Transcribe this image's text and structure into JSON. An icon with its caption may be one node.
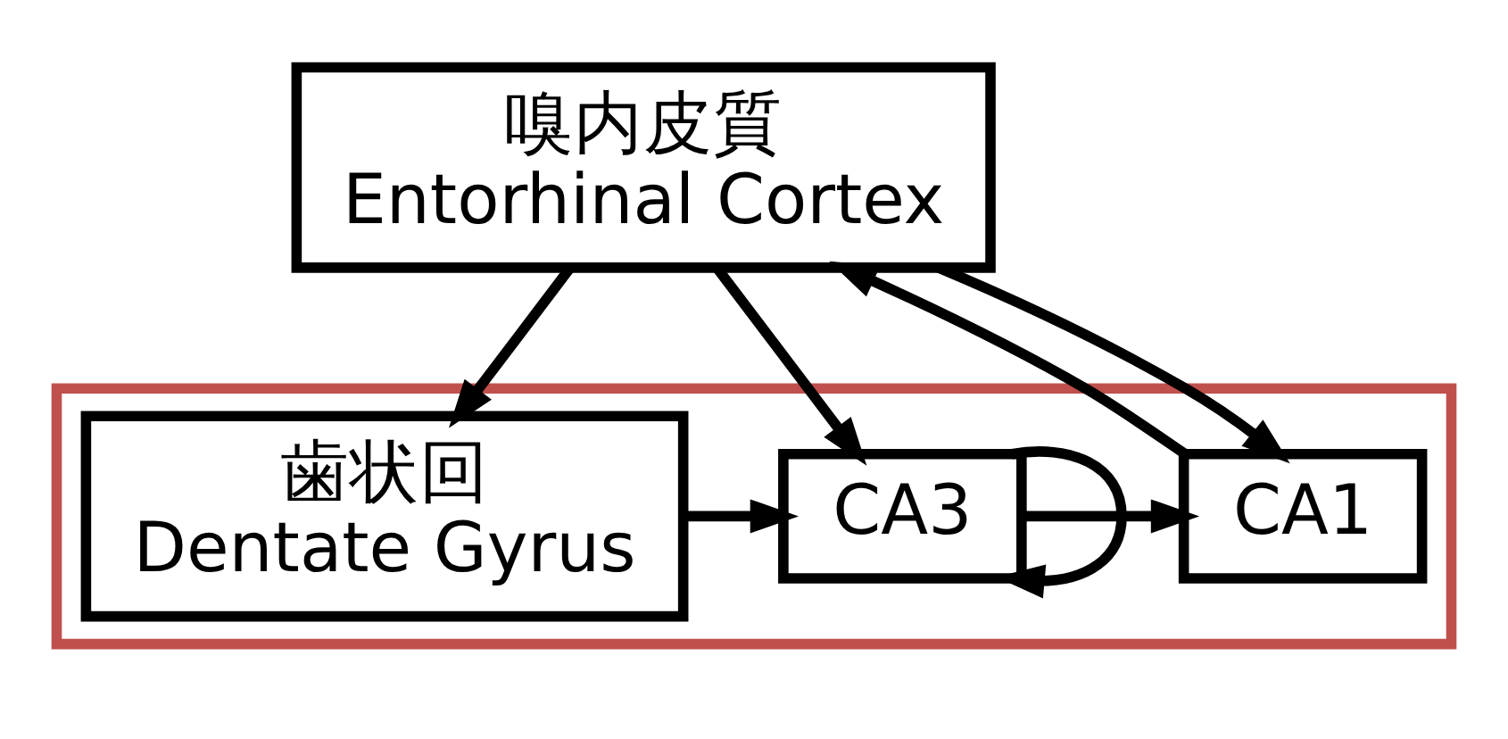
{
  "diagram": {
    "nodes": [
      {
        "text": [
          "嗅内皮質",
          "Entorhinal Cortex"
        ]
      },
      {
        "text": [],
        "shape": "box"
      },
      {
        "text": [
          "歯状回",
          "Dentate Gyrus"
        ],
        "in": 1
      },
      {
        "text": [
          "CA3"
        ],
        "in": 1
      },
      {
        "text": [
          "CA1"
        ],
        "in": 1
      }
    ],
    "edges": [
      {
        "from": 0,
        "to": 2,
        "arrow": "to"
      },
      {
        "from": 0,
        "to": 3,
        "arrow": "to"
      },
      {
        "from": 0,
        "to": 4,
        "arrow": "to"
      },
      {
        "from": 2,
        "to": 3,
        "arrow": "to"
      },
      {
        "from": 3,
        "to": 4,
        "arrow": "to"
      },
      {
        "from": 3,
        "to": 3,
        "arrow": "to"
      },
      {
        "from": 4,
        "to": 0,
        "arrow": "to"
      }
    ]
  }
}
